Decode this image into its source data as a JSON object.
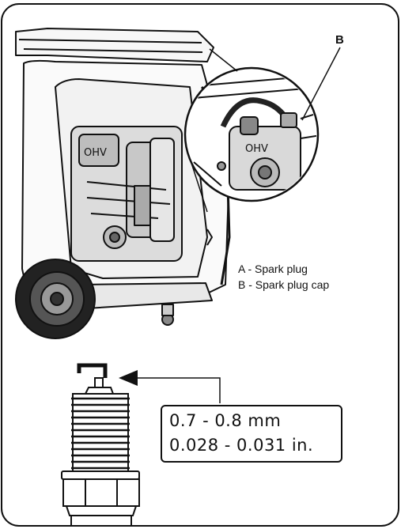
{
  "labels": {
    "b_marker": "B"
  },
  "legend": {
    "a": "A - Spark plug",
    "b": "B - Spark plug cap"
  },
  "gap": {
    "mm": "0.7 - 0.8 mm",
    "inch": "0.028 - 0.031 in."
  },
  "icons": [
    "generator-illustration",
    "spark-plug-illustration",
    "arrow-icon"
  ],
  "colors": {
    "ink": "#111111",
    "background": "#ffffff"
  }
}
